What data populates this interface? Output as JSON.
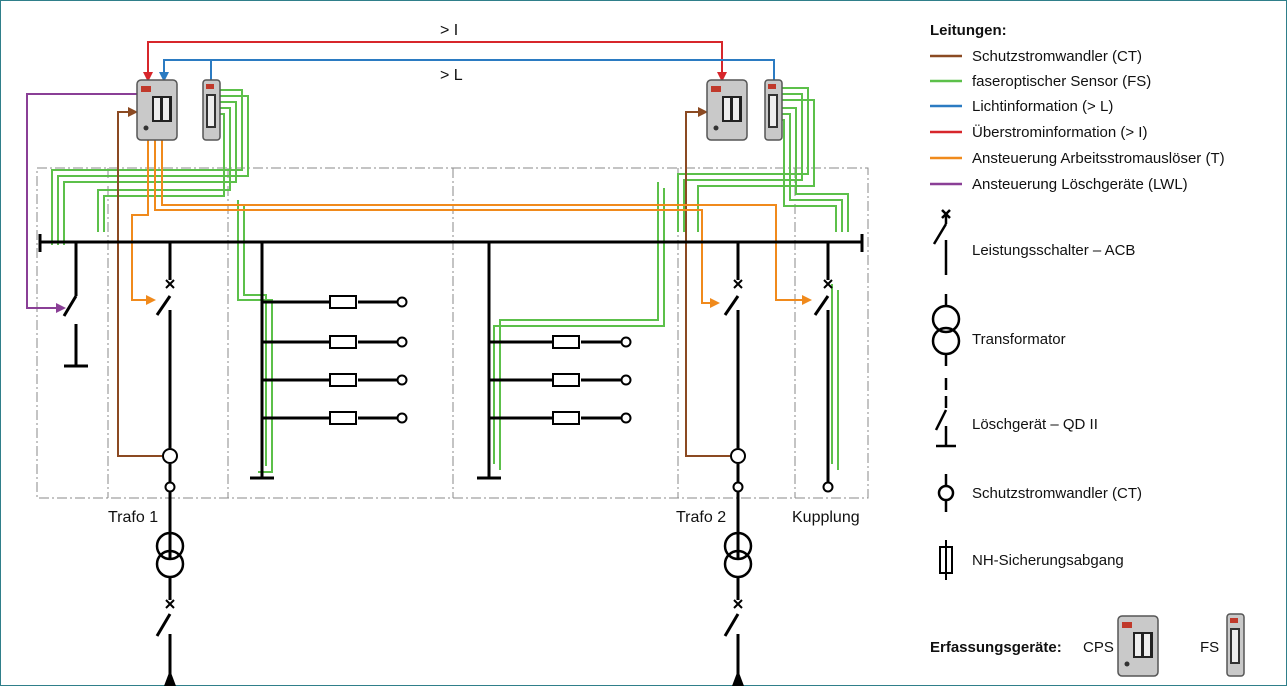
{
  "diagram": {
    "signal_labels": {
      "overcurrent": "> I",
      "light": "> L"
    },
    "feeder_labels": {
      "trafo1": "Trafo 1",
      "trafo2": "Trafo 2",
      "coupling": "Kupplung"
    }
  },
  "legend": {
    "title": "Leitungen:",
    "lines": [
      {
        "label": "Schutzstromwandler (CT)",
        "color": "#8b4a22"
      },
      {
        "label": "faseroptischer Sensor (FS)",
        "color": "#5cc04a"
      },
      {
        "label": "Lichtinformation (> L)",
        "color": "#2b7bc2"
      },
      {
        "label": "Überstrominformation (> I)",
        "color": "#d7262b"
      },
      {
        "label": "Ansteuerung Arbeitsstromauslöser (T)",
        "color": "#f08a1c"
      },
      {
        "label": "Ansteuerung Löschgeräte (LWL)",
        "color": "#8a3f96"
      }
    ],
    "symbols": [
      {
        "label": "Leistungsschalter – ACB",
        "icon": "breaker-icon"
      },
      {
        "label": "Transformator",
        "icon": "transformer-icon"
      },
      {
        "label": "Löschgerät – QD II",
        "icon": "quenching-device-icon"
      },
      {
        "label": "Schutzstromwandler (CT)",
        "icon": "current-transformer-icon"
      },
      {
        "label": "NH-Sicherungsabgang",
        "icon": "fuse-icon"
      }
    ],
    "devices": {
      "title": "Erfassungsgeräte:",
      "cps": "CPS",
      "fs": "FS"
    }
  }
}
